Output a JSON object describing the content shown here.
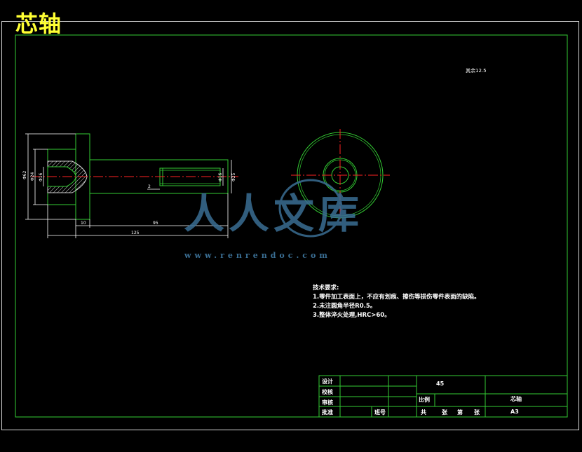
{
  "drawing": {
    "title": "芯轴",
    "colors": {
      "background": "#000000",
      "outline": "#33cc33",
      "centerline": "#ff2222",
      "dimension": "#ffffff",
      "hatch": "#d0d0d0",
      "title_text": "#ffff33",
      "watermark": "#3a6e93"
    }
  },
  "annotations": {
    "roughness_note": "其余12.5",
    "dims": {
      "dia_outer": "Φ62",
      "dia_left_bore": "Φ24",
      "dia_right_bore": "Φ16",
      "dia_shaft": "Φ25",
      "chamfer": "2",
      "flange_width": "10",
      "shaft_length": "95",
      "overall_length": "125"
    }
  },
  "requirements": {
    "heading": "技术要求:",
    "lines": [
      "1.零件加工表面上，不应有划痕、擦伤等损伤零件表面的缺陷。",
      "2.未注圆角半径R0.5。",
      "3.整体淬火处理,HRC>60。"
    ]
  },
  "watermark": {
    "brand": "人人文库",
    "url": "www.renrendoc.com"
  },
  "title_block": {
    "design": "设计",
    "check": "校核",
    "review": "审核",
    "approve": "批准",
    "class_no": "班号",
    "material": "45",
    "scale_label": "比例",
    "part_name": "芯轴",
    "sheets_total": "共",
    "sheets_unit": "张",
    "sheet_no_label": "第",
    "sheet_no_unit": "张",
    "paper_size": "A3"
  }
}
